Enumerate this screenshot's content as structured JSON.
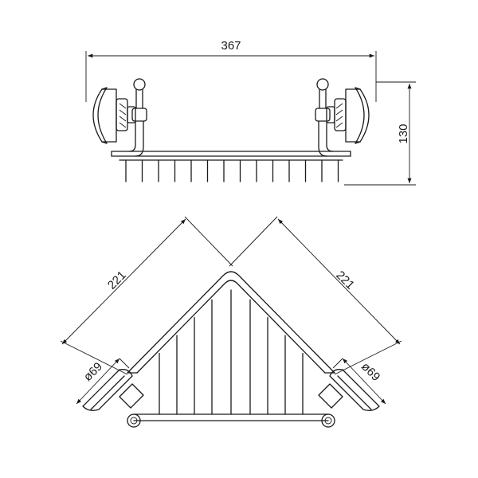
{
  "dimensions": {
    "width": "367",
    "height": "130",
    "side_left": "221",
    "side_right": "221",
    "base_left": "ø69",
    "base_right": "ø69"
  },
  "colors": {
    "line": "#1a1a1a",
    "background": "#ffffff"
  }
}
